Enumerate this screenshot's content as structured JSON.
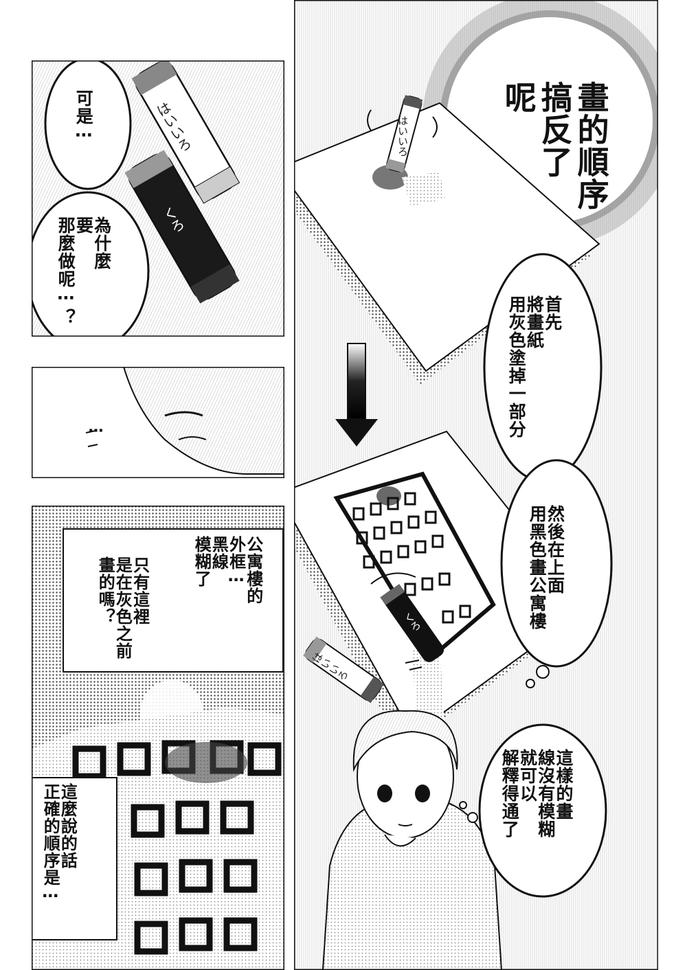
{
  "colors": {
    "ink": "#111111",
    "paper": "#ffffff",
    "screentone": "#9a9a9a",
    "shade": "#4a4a4a"
  },
  "panel1": {
    "bubble_top": "可是⋯",
    "bubble_bottom": "為什麼\n要\n那麼做呢⋯？",
    "crayon_label_light": "はいいろ",
    "crayon_label_dark": "くろ"
  },
  "panel2": {
    "sfx": "⋯"
  },
  "panel3": {
    "narration_right": "公寓樓的\n外框⋯\n黑線\n模糊了",
    "narration_left": "只有這裡\n是在灰色之前\n畫的嗎？",
    "narration_bottom": "這麼說的話\n正確的順序是⋯"
  },
  "panel4": {
    "emphasis": "畫的順序\n搞反了\n呢",
    "bubble_step1": "首先\n將畫紙\n用灰色塗掉一部分",
    "bubble_step2": "然後在上面\n用黑色畫公寓樓",
    "bubble_girl": "這樣的畫\n線沒有模糊\n就可以\n解釋得通了",
    "crayon_label_light": "はいいろ",
    "crayon_label_dark": "くろ"
  }
}
